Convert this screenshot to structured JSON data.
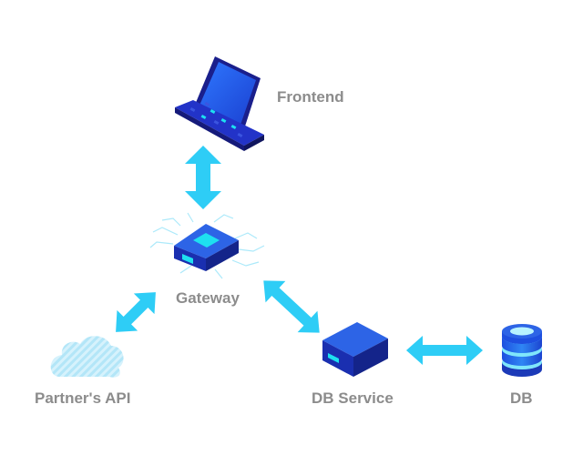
{
  "nodes": {
    "frontend": {
      "label": "Frontend",
      "icon": "laptop-icon"
    },
    "gateway": {
      "label": "Gateway",
      "icon": "gateway-chip-icon"
    },
    "partner_api": {
      "label": "Partner's API",
      "icon": "cloud-icon"
    },
    "db_service": {
      "label": "DB Service",
      "icon": "server-icon"
    },
    "db": {
      "label": "DB",
      "icon": "database-icon"
    }
  },
  "connections": [
    {
      "from": "frontend",
      "to": "gateway",
      "direction": "bidirectional"
    },
    {
      "from": "gateway",
      "to": "partner_api",
      "direction": "bidirectional"
    },
    {
      "from": "gateway",
      "to": "db_service",
      "direction": "bidirectional"
    },
    {
      "from": "db_service",
      "to": "db",
      "direction": "bidirectional"
    }
  ],
  "colors": {
    "arrow": "#2ecdf6",
    "device_dark": "#1a1f8c",
    "device_mid": "#2233c8",
    "device_light": "#2d64e6",
    "screen": "#1e58e8",
    "accent": "#1ee0f0",
    "cloud": "#c5ecfa",
    "label": "#8c8c8c"
  }
}
